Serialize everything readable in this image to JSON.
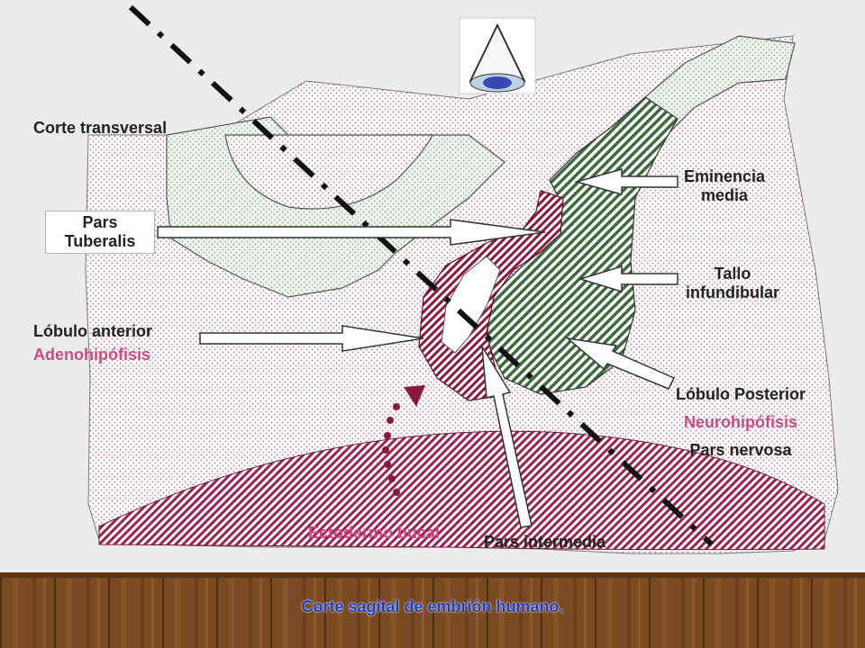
{
  "labels": {
    "corte_transversal": "Corte transversal",
    "pars_tuberalis": [
      "Pars",
      "Tuberalis"
    ],
    "eminencia_media": [
      "Eminencia",
      "media"
    ],
    "tallo_infundibular": [
      "Tallo",
      "infundibular"
    ],
    "lobulo_anterior": "Lóbulo anterior",
    "adenohipofisis": "Adenohipófisis",
    "lobulo_posterior": "Lóbulo Posterior",
    "neurohipofisis": "Neurohipófisis",
    "pars_nervosa": "Pars nervosa",
    "ectodermo_bucal": "Ectodermo bucal",
    "pars_intermedia": "Pars intermedia"
  },
  "caption": "Corte sagital de embrión humano.",
  "icons": {
    "viewer": "eye-view-icon"
  },
  "colors": {
    "background": "#ececec",
    "floor": "#7a4a22",
    "tissue_pink_dots": "#c46c8c",
    "neuro_green": "#3e6b3e",
    "light_green_dots": "#8fb28f",
    "adeno_red": "#8a1a3c",
    "ectoderm_red": "#9a2450",
    "caption_blue": "#1f3fbf",
    "label_pink": "#d0447c"
  }
}
